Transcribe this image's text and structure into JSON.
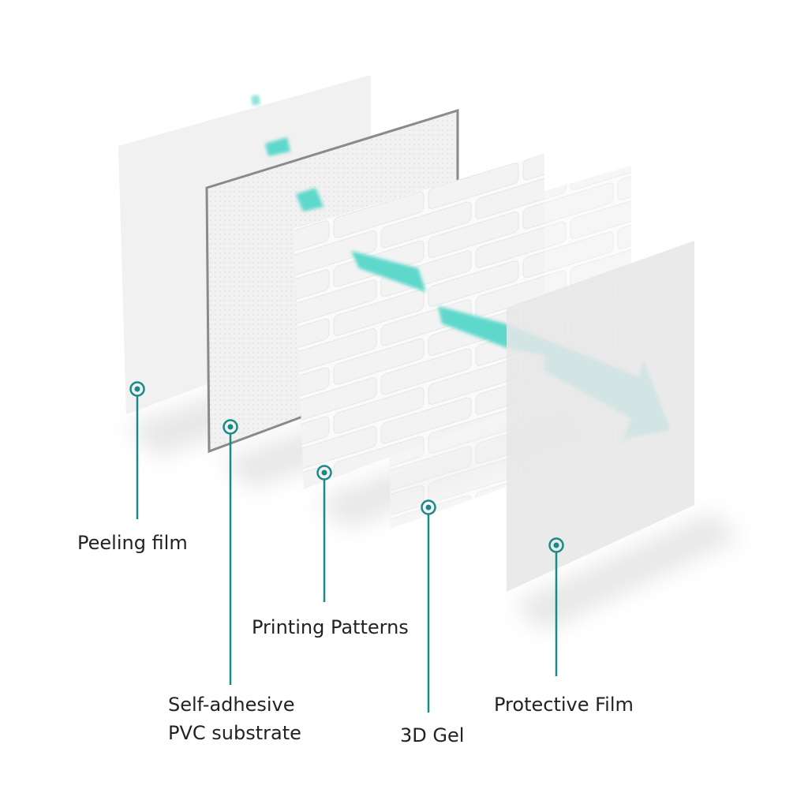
{
  "accent_color": "#1a8a86",
  "arrow_color": "#5fd8cc",
  "layers": [
    {
      "id": "peeling-film",
      "label": "Peeling film"
    },
    {
      "id": "pvc-substrate",
      "label_line1": "Self-adhesive",
      "label_line2": "PVC substrate"
    },
    {
      "id": "printing-patterns",
      "label": "Printing Patterns"
    },
    {
      "id": "3d-gel",
      "label": "3D Gel"
    },
    {
      "id": "protective-film",
      "label": "Protective Film"
    }
  ]
}
